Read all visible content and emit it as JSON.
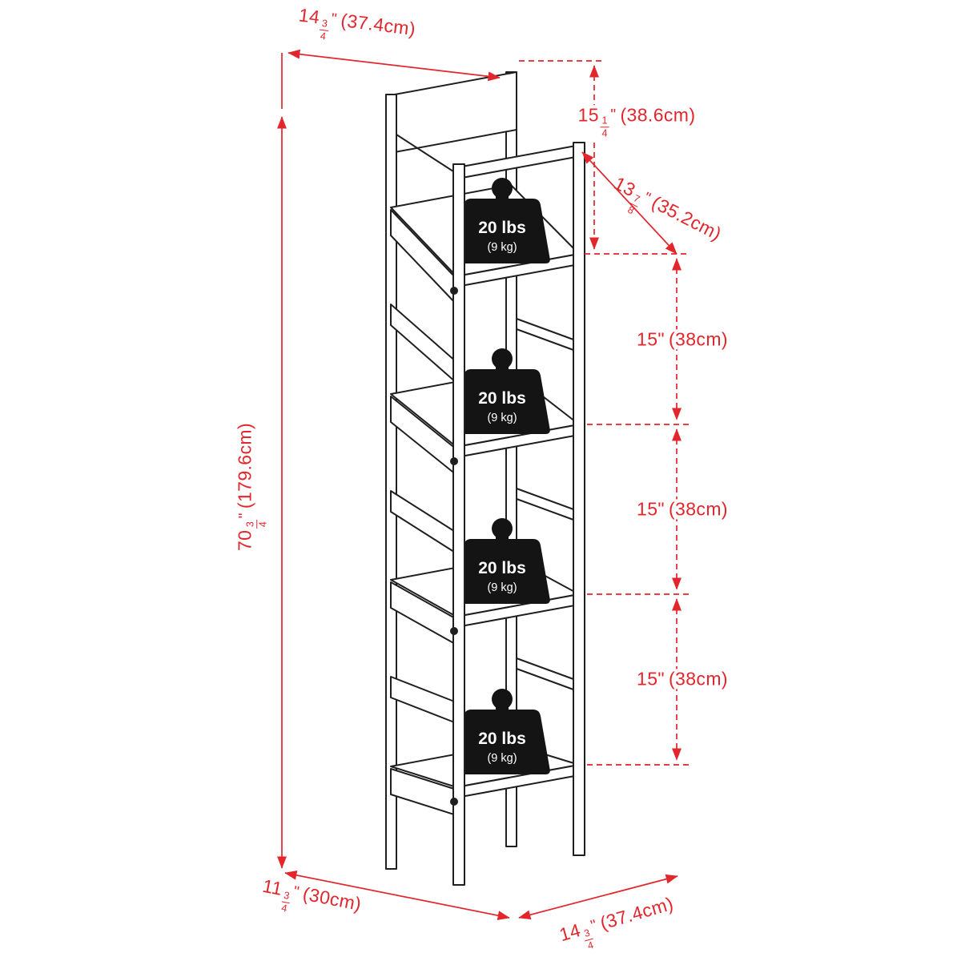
{
  "colors": {
    "dimension_red": "#e2262c",
    "line_black": "#1f1f1f",
    "weight_fill": "#141414",
    "weight_text": "#ffffff"
  },
  "dimensions": {
    "top_width": {
      "whole": "14",
      "num": "3",
      "den": "4",
      "unit": "\"",
      "metric": "(37.4cm)"
    },
    "upper_section": {
      "whole": "15",
      "num": "1",
      "den": "4",
      "unit": "\"",
      "metric": "(38.6cm)"
    },
    "shelf_width": {
      "whole": "13",
      "num": "7",
      "den": "8",
      "unit": "\"",
      "metric": "(35.2cm)"
    },
    "overall_height": {
      "whole": "70",
      "num": "3",
      "den": "4",
      "unit": "\"",
      "metric": "(179.6cm)"
    },
    "base_depth": {
      "whole": "11",
      "num": "3",
      "den": "4",
      "unit": "\"",
      "metric": "(30cm)"
    },
    "base_width": {
      "whole": "14",
      "num": "3",
      "den": "4",
      "unit": "\"",
      "metric": "(37.4cm)"
    },
    "shelf_spacing": [
      {
        "value": "15\"",
        "metric": "(38cm)"
      },
      {
        "value": "15\"",
        "metric": "(38cm)"
      },
      {
        "value": "15\"",
        "metric": "(38cm)"
      }
    ]
  },
  "weights": [
    {
      "value": "20 lbs",
      "metric": "(9 kg)"
    },
    {
      "value": "20 lbs",
      "metric": "(9 kg)"
    },
    {
      "value": "20 lbs",
      "metric": "(9 kg)"
    },
    {
      "value": "20 lbs",
      "metric": "(9 kg)"
    }
  ]
}
